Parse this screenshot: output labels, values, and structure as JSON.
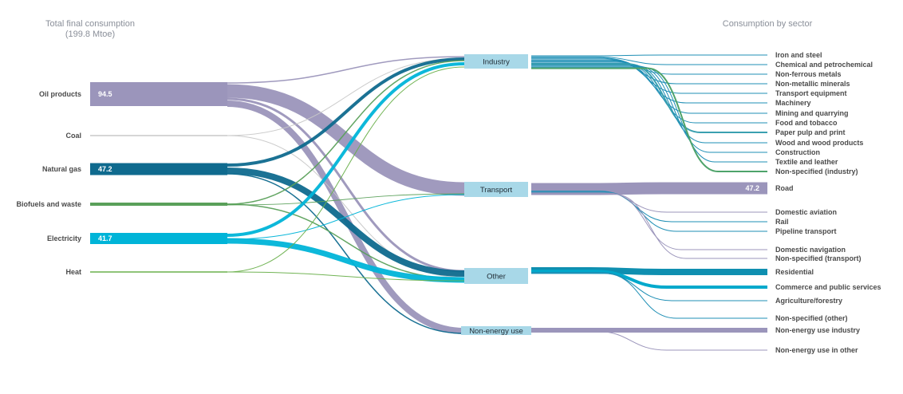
{
  "header": {
    "left_title": "Total final consumption",
    "left_subtitle": "(199.8 Mtoe)",
    "right_title": "Consumption by sector"
  },
  "colors": {
    "oil": "#9b95bb",
    "coal": "#c8c8c8",
    "gas": "#0f6a8e",
    "bio": "#5aa05a",
    "elec": "#00b4d8",
    "heat": "#6ab04c",
    "box": "#a8d8e8"
  },
  "sources": [
    {
      "id": "oil",
      "label": "Oil products",
      "value": "94.5"
    },
    {
      "id": "coal",
      "label": "Coal",
      "value": ""
    },
    {
      "id": "gas",
      "label": "Natural gas",
      "value": "47.2"
    },
    {
      "id": "bio",
      "label": "Biofuels and waste",
      "value": ""
    },
    {
      "id": "elec",
      "label": "Electricity",
      "value": "41.7"
    },
    {
      "id": "heat",
      "label": "Heat",
      "value": ""
    }
  ],
  "sectors": [
    {
      "id": "industry",
      "label": "Industry"
    },
    {
      "id": "transport",
      "label": "Transport"
    },
    {
      "id": "other",
      "label": "Other"
    },
    {
      "id": "nonenergy",
      "label": "Non-energy use"
    }
  ],
  "subsectors": [
    {
      "label": "Iron and steel",
      "sector": "industry",
      "value": ""
    },
    {
      "label": "Chemical and petrochemical",
      "sector": "industry",
      "value": ""
    },
    {
      "label": "Non-ferrous metals",
      "sector": "industry",
      "value": ""
    },
    {
      "label": "Non-metallic minerals",
      "sector": "industry",
      "value": ""
    },
    {
      "label": "Transport equipment",
      "sector": "industry",
      "value": ""
    },
    {
      "label": "Machinery",
      "sector": "industry",
      "value": ""
    },
    {
      "label": "Mining and quarrying",
      "sector": "industry",
      "value": ""
    },
    {
      "label": "Food and tobacco",
      "sector": "industry",
      "value": ""
    },
    {
      "label": "Paper pulp and print",
      "sector": "industry",
      "value": ""
    },
    {
      "label": "Wood and wood products",
      "sector": "industry",
      "value": ""
    },
    {
      "label": "Construction",
      "sector": "industry",
      "value": ""
    },
    {
      "label": "Textile and leather",
      "sector": "industry",
      "value": ""
    },
    {
      "label": "Non-specified (industry)",
      "sector": "industry",
      "value": ""
    },
    {
      "label": "Road",
      "sector": "transport",
      "value": "47.2"
    },
    {
      "label": "Domestic aviation",
      "sector": "transport",
      "value": ""
    },
    {
      "label": "Rail",
      "sector": "transport",
      "value": ""
    },
    {
      "label": "Pipeline transport",
      "sector": "transport",
      "value": ""
    },
    {
      "label": "Domestic navigation",
      "sector": "transport",
      "value": ""
    },
    {
      "label": "Non-specified (transport)",
      "sector": "transport",
      "value": ""
    },
    {
      "label": "Residential",
      "sector": "other",
      "value": ""
    },
    {
      "label": "Commerce and public services",
      "sector": "other",
      "value": ""
    },
    {
      "label": "Agriculture/forestry",
      "sector": "other",
      "value": ""
    },
    {
      "label": "Non-specified (other)",
      "sector": "other",
      "value": ""
    },
    {
      "label": "Non-energy use industry",
      "sector": "nonenergy",
      "value": ""
    },
    {
      "label": "Non-energy use in other",
      "sector": "nonenergy",
      "value": ""
    }
  ]
}
